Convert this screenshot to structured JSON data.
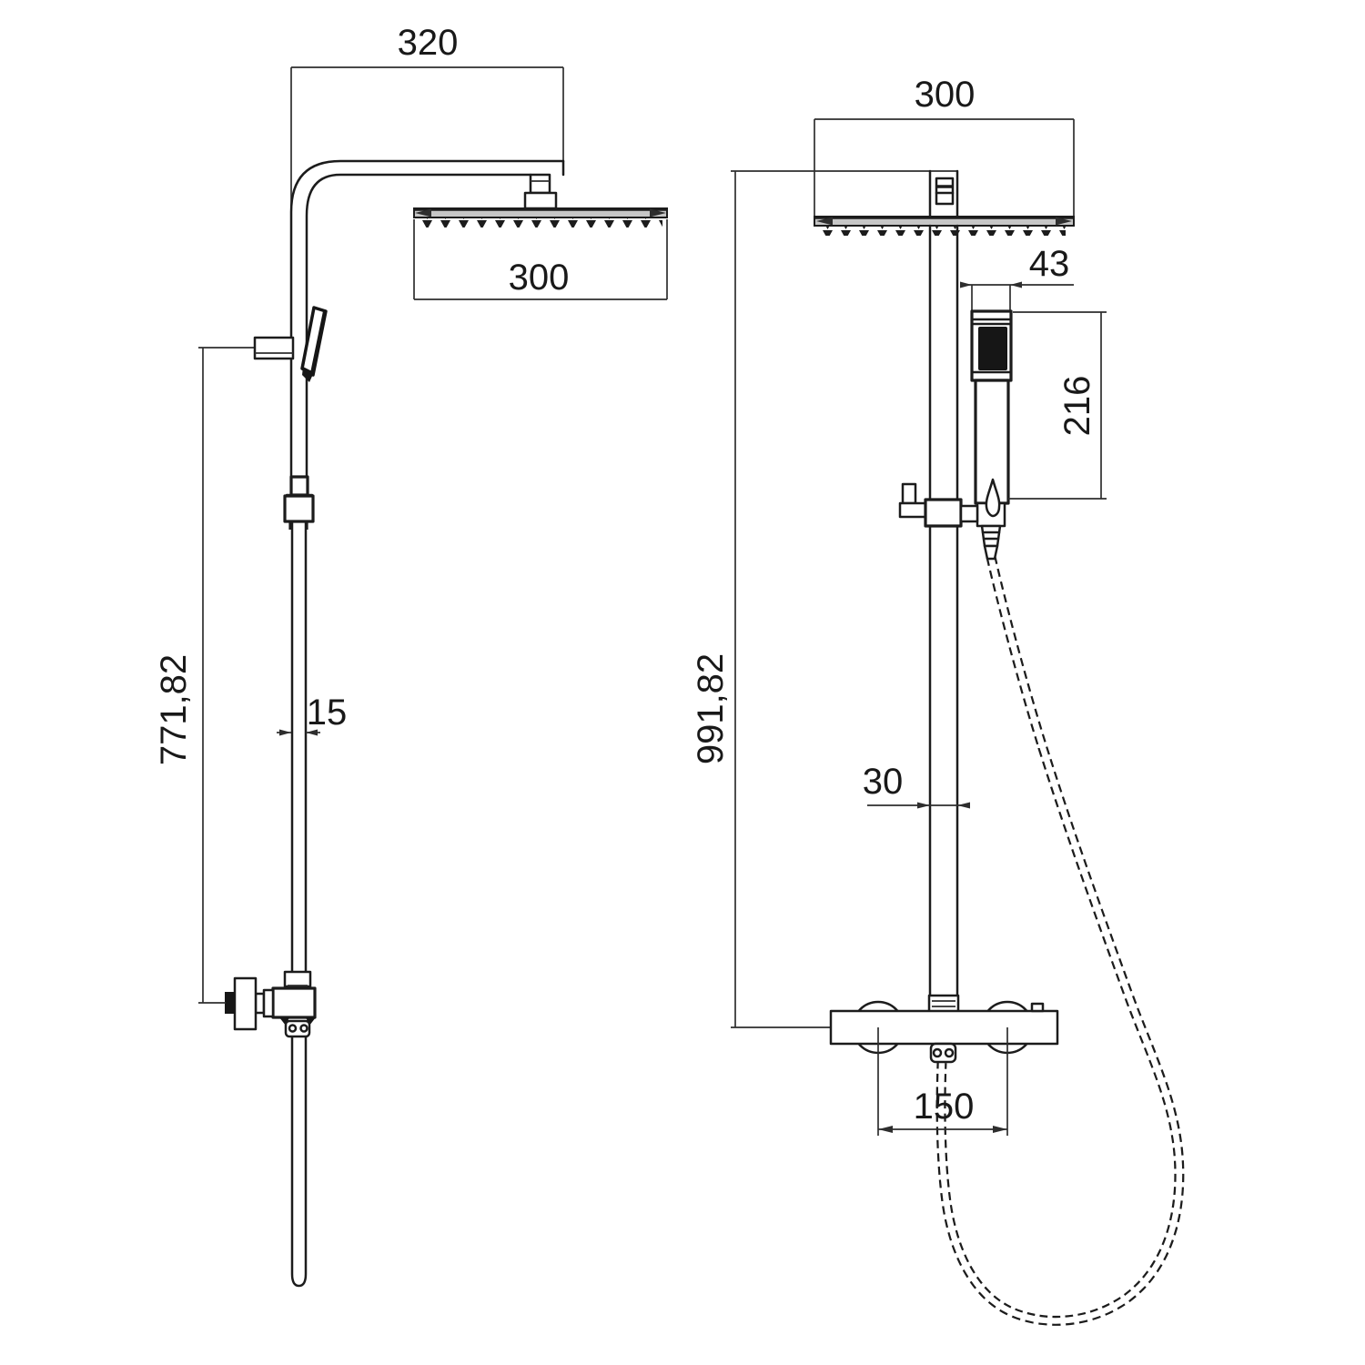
{
  "drawing": {
    "type": "technical-dimension-drawing",
    "subject": "thermostatic shower column with overhead rain head and hand shower",
    "views": [
      {
        "id": "side-view",
        "description": "left: side elevation"
      },
      {
        "id": "front-view",
        "description": "right: front elevation"
      }
    ]
  },
  "dimensions": {
    "arm_reach": {
      "value": "320",
      "view": "side",
      "measures": "shower arm horizontal reach"
    },
    "head_width_side": {
      "value": "300",
      "view": "side",
      "measures": "overhead shower head width"
    },
    "head_width_front": {
      "value": "300",
      "view": "front",
      "measures": "overhead shower head width"
    },
    "hand_shower_width": {
      "value": "43",
      "view": "front",
      "measures": "hand shower width"
    },
    "hand_shower_length": {
      "value": "216",
      "view": "front",
      "measures": "hand shower length"
    },
    "rail_length_side": {
      "value": "771,82",
      "view": "side",
      "measures": "rail length from holder to valve"
    },
    "rail_profile_side": {
      "value": "15",
      "view": "side",
      "measures": "rail profile depth"
    },
    "column_height_front": {
      "value": "991,82",
      "view": "front",
      "measures": "column height from head stem to valve center"
    },
    "pipe_diameter_front": {
      "value": "30",
      "view": "front",
      "measures": "riser pipe width"
    },
    "valve_connection_spacing": {
      "value": "150",
      "view": "front",
      "measures": "valve inlet center distance"
    }
  },
  "colors": {
    "line": "#1c1c1c",
    "dim_line": "#2e2e2e",
    "plate_fill": "#c6c6c6",
    "face_fill": "#161616",
    "background": "#ffffff"
  }
}
